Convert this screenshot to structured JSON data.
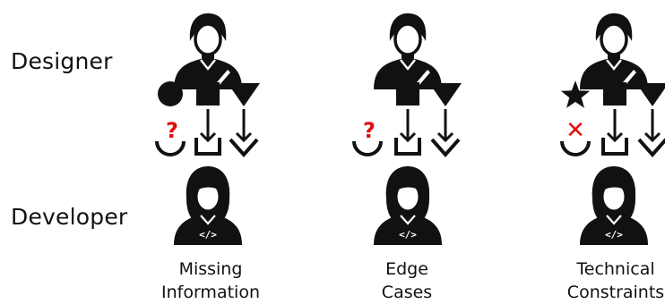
{
  "rows": {
    "designer_label": "Designer",
    "developer_label": "Developer"
  },
  "scenarios": [
    {
      "caption_line1": "Missing",
      "caption_line2": "Information",
      "designer_shapes": [
        "circle",
        "square",
        "triangle"
      ],
      "developer_slots": [
        "missing",
        "square-slot",
        "triangle-slot"
      ],
      "problem_mark": "?"
    },
    {
      "caption_line1": "Edge",
      "caption_line2": "Cases",
      "designer_shapes": [
        "none",
        "square",
        "triangle"
      ],
      "developer_slots": [
        "missing",
        "square-slot",
        "triangle-slot"
      ],
      "problem_mark": "?"
    },
    {
      "caption_line1": "Technical",
      "caption_line2": "Constraints",
      "designer_shapes": [
        "star",
        "square",
        "triangle"
      ],
      "developer_slots": [
        "rejected",
        "square-slot",
        "triangle-slot"
      ],
      "problem_mark": "✕"
    }
  ],
  "icons": {
    "designer": "designer-person-pencil-icon",
    "developer": "developer-person-code-icon"
  },
  "colors": {
    "ink": "#111111",
    "problem": "#e01010",
    "background": "#ffffff"
  }
}
